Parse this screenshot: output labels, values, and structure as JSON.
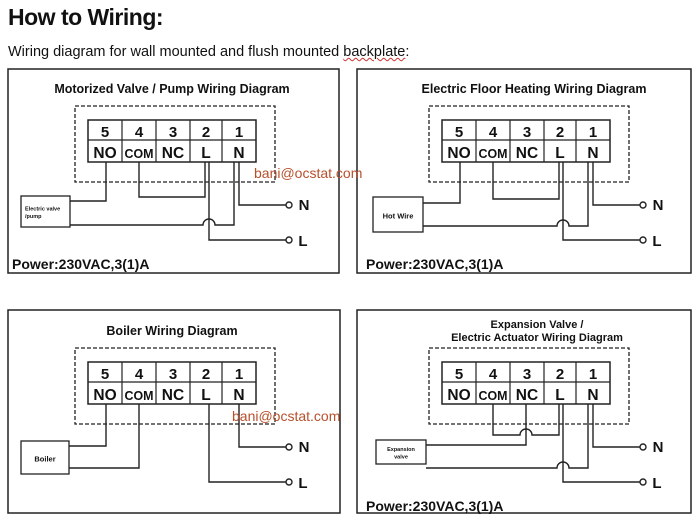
{
  "header": {
    "title": "How to Wiring:",
    "subtitle_main": "Wiring diagram for wall mounted and flush mounted ",
    "subtitle_flagged": "backplate",
    "subtitle_end": ":"
  },
  "terminals": {
    "numbers": [
      "5",
      "4",
      "3",
      "2",
      "1"
    ],
    "labels": [
      "NO",
      "COM",
      "NC",
      "L",
      "N"
    ]
  },
  "supply": {
    "n": "N",
    "l": "L"
  },
  "panels": [
    {
      "title_lines": [
        "Motorized Valve / Pump Wiring Diagram"
      ],
      "device_lines": [
        "Electric valve",
        "/pump"
      ],
      "power": "Power:230VAC,3(1)A"
    },
    {
      "title_lines": [
        "Electric Floor Heating Wiring Diagram"
      ],
      "device_lines": [
        "Hot Wire"
      ],
      "power": "Power:230VAC,3(1)A"
    },
    {
      "title_lines": [
        "Boiler Wiring Diagram"
      ],
      "device_lines": [
        "Boiler"
      ],
      "power": ""
    },
    {
      "title_lines": [
        "Expansion Valve /",
        "Electric Actuator Wiring Diagram"
      ],
      "device_lines": [
        "Expansion",
        "valve"
      ],
      "power": "Power:230VAC,3(1)A"
    }
  ],
  "watermarks": [
    "bani@ocstat.com",
    "bani@ocstat.com"
  ],
  "colors": {
    "line": "#222222",
    "watermark": "#b8502c",
    "spellcheck": "#d03030"
  }
}
